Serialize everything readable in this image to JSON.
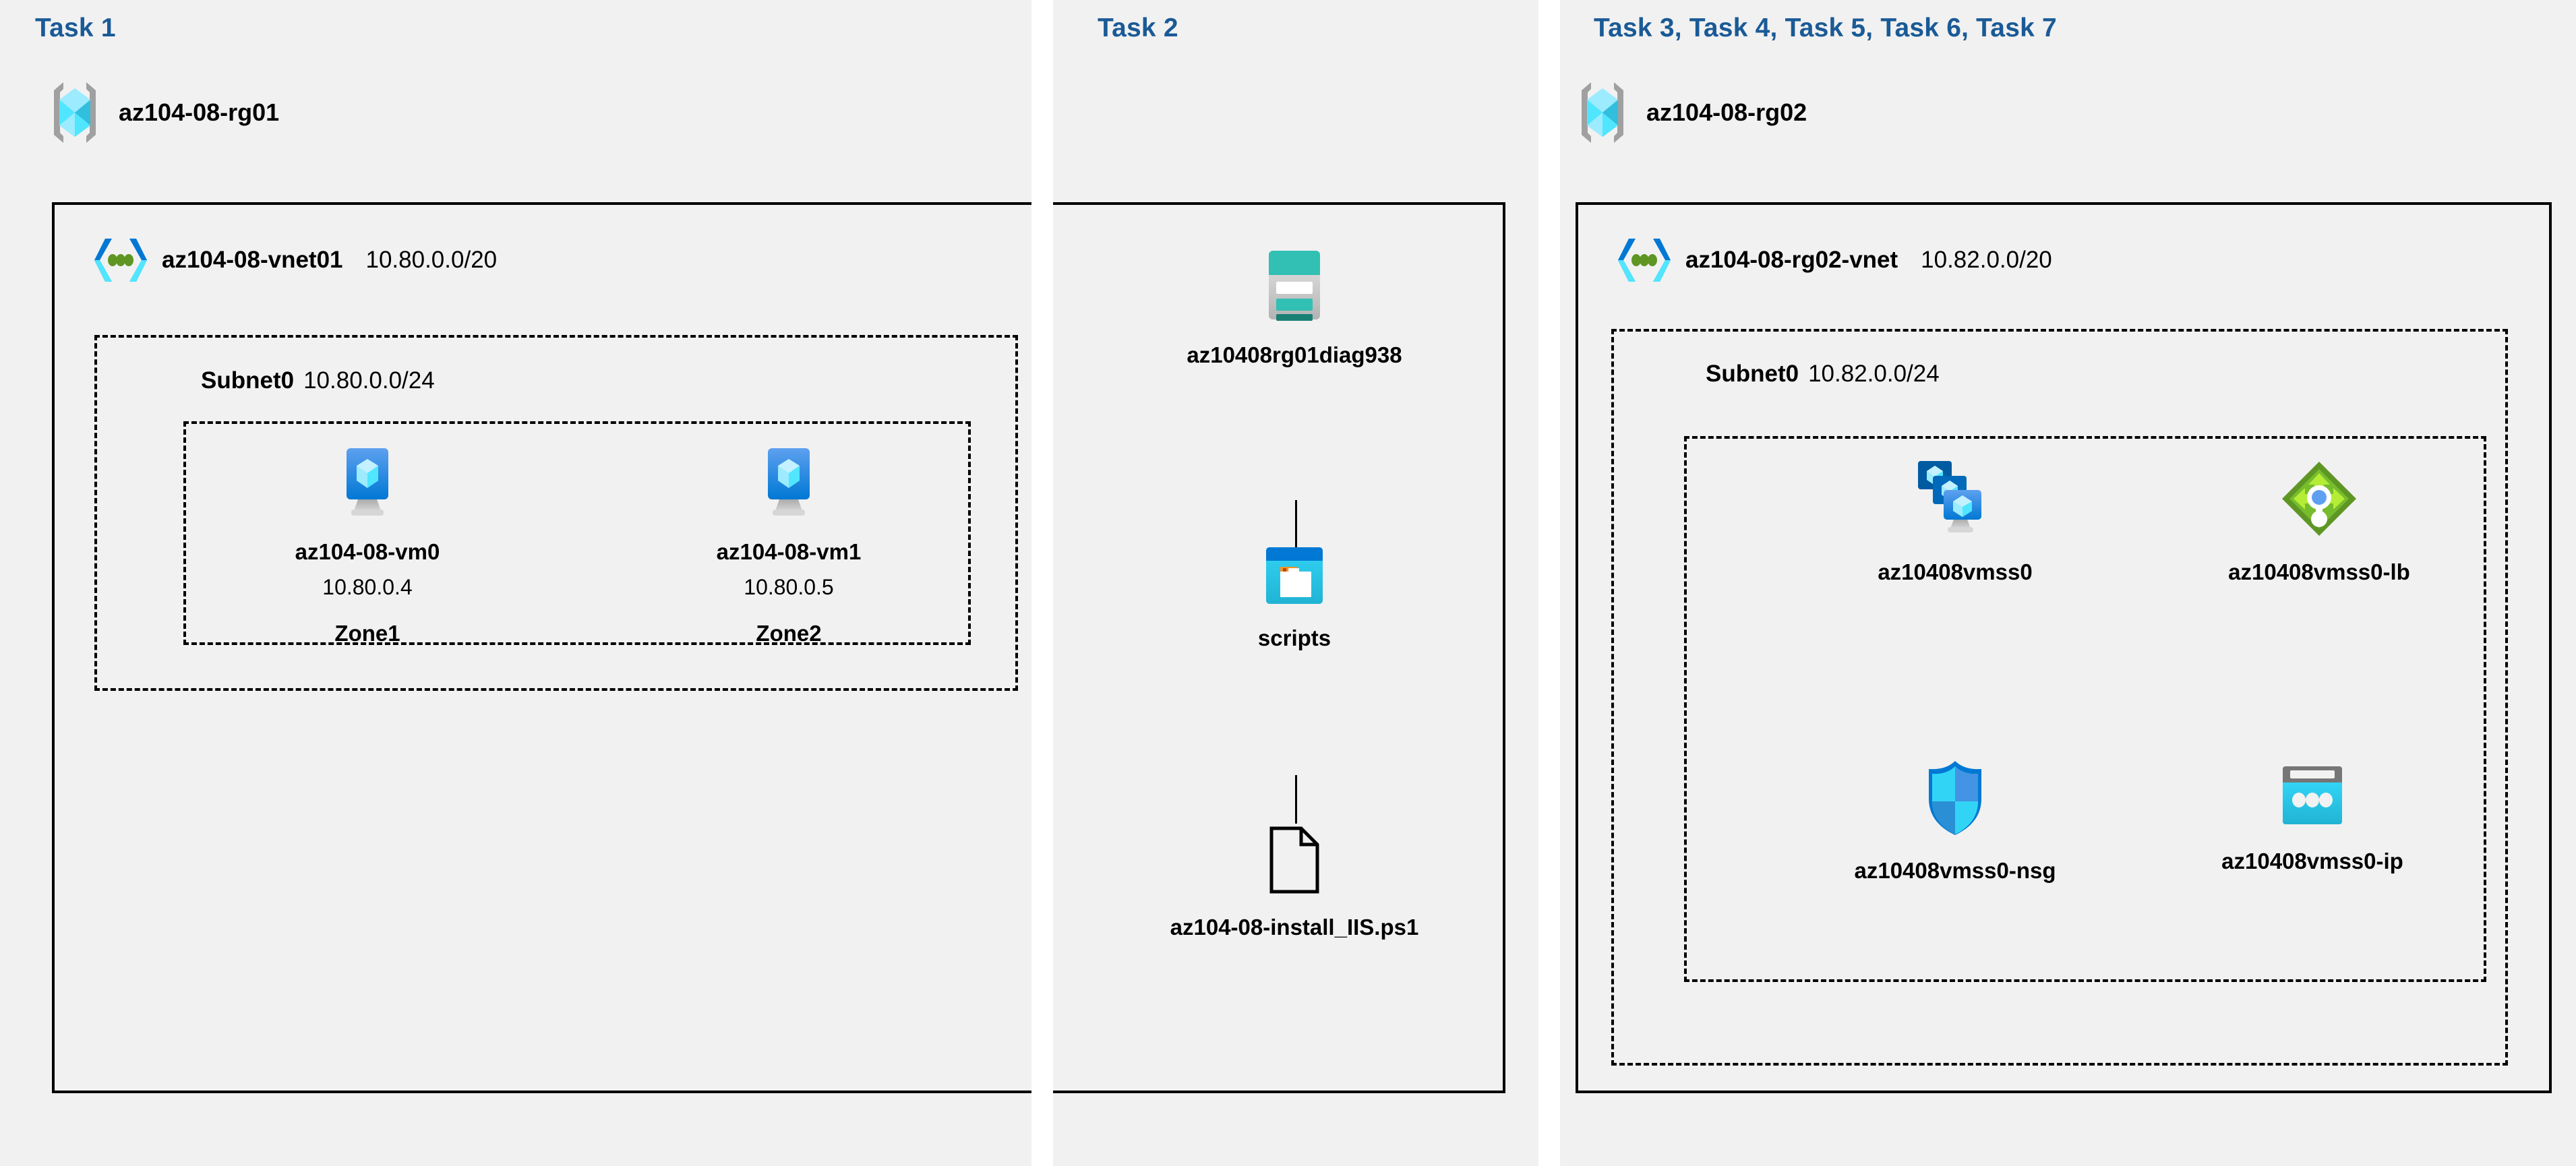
{
  "columns": [
    {
      "heading": "Task 1"
    },
    {
      "heading": "Task 2"
    },
    {
      "heading": "Task 3, Task 4, Task 5, Task 6, Task 7"
    }
  ],
  "resource_groups": [
    {
      "name": "az104-08-rg01",
      "icon": "resource-group-icon"
    },
    {
      "name": "az104-08-rg02",
      "icon": "resource-group-icon"
    }
  ],
  "vnets": [
    {
      "name": "az104-08-vnet01",
      "cidr": "10.80.0.0/20",
      "icon": "virtual-network-icon"
    },
    {
      "name": "az104-08-rg02-vnet",
      "cidr": "10.82.0.0/20",
      "icon": "virtual-network-icon"
    }
  ],
  "subnets": [
    {
      "name": "Subnet0",
      "cidr": "10.80.0.0/24"
    },
    {
      "name": "Subnet0",
      "cidr": "10.82.0.0/24"
    }
  ],
  "vms": [
    {
      "name": "az104-08-vm0",
      "ip": "10.80.0.4",
      "zone": "Zone1",
      "icon": "virtual-machine-icon"
    },
    {
      "name": "az104-08-vm1",
      "ip": "10.80.0.5",
      "zone": "Zone2",
      "icon": "virtual-machine-icon"
    }
  ],
  "storage_chain": [
    {
      "name": "az10408rg01diag938",
      "icon": "storage-account-icon"
    },
    {
      "name": "scripts",
      "icon": "blob-container-icon"
    },
    {
      "name": "az104-08-install_IIS.ps1",
      "icon": "file-icon"
    }
  ],
  "vmss_resources": [
    {
      "name": "az10408vmss0",
      "icon": "vm-scale-set-icon"
    },
    {
      "name": "az10408vmss0-lb",
      "icon": "load-balancer-icon"
    },
    {
      "name": "az10408vmss0-nsg",
      "icon": "network-security-group-icon"
    },
    {
      "name": "az10408vmss0-ip",
      "icon": "public-ip-address-icon"
    }
  ],
  "colors": {
    "panel_background": "#f1f1f1",
    "heading_blue": "#1a5a96",
    "border_black": "#000000",
    "azure_blue": "#0078d4",
    "storage_teal": "#32bfb4",
    "lb_green": "#76bc2d",
    "nsg_cyan": "#32d4f5",
    "public_ip_cyan": "#32bedd",
    "container_orange": "#f7941e"
  }
}
